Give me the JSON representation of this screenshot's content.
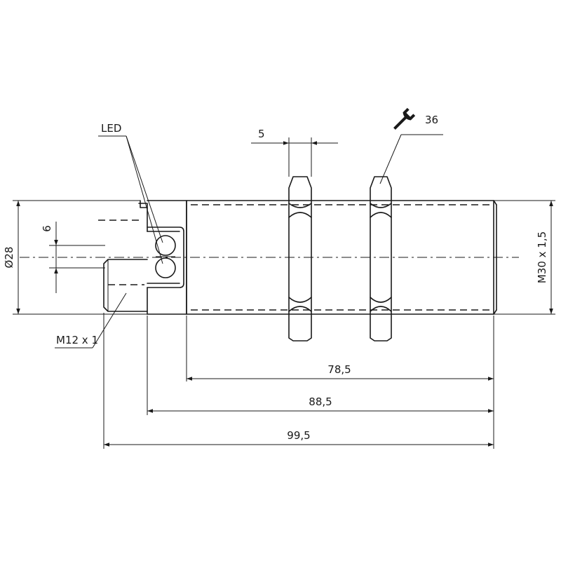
{
  "labels": {
    "led": "LED",
    "wrench_size": "36",
    "nut_thickness": "5",
    "diameter": "Ø28",
    "led_spacing": "6",
    "connector_thread": "M12 x 1",
    "body_thread": "M30 x 1,5",
    "dim_785": "78,5",
    "dim_885": "88,5",
    "dim_995": "99,5"
  },
  "colors": {
    "line": "#1a1a1a",
    "background": "#ffffff"
  },
  "icons": {
    "wrench": "wrench-icon"
  }
}
